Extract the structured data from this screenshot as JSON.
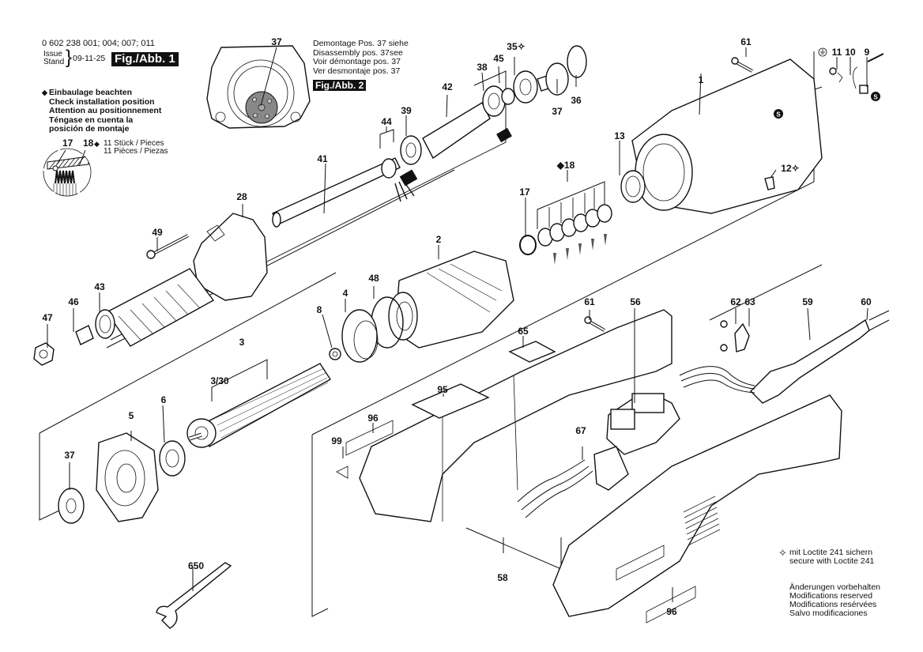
{
  "header": {
    "part_numbers": "0 602 238 001; 004; 007; 011",
    "issue_label": "Issue",
    "stand_label": "Stand",
    "issue_date": "09-11-25",
    "figure_badge_1": "Fig./Abb. 1"
  },
  "installation_note": {
    "bullet": "◆",
    "lines": [
      "Einbaulage beachten",
      "Check installation position",
      "Attention au positionnement",
      "Téngase en cuenta la",
      "posición de montaje"
    ]
  },
  "detail_inset": {
    "label_17": "17",
    "label_18": "18",
    "bullet": "◆",
    "qty_line_1": "11 Stück / Pieces",
    "qty_line_2": "11 Pièces / Piezas"
  },
  "disassembly_note": {
    "lines": [
      "Demontage Pos. 37 siehe",
      "Disassembly pos. 37see",
      "Voir démontage pos. 37",
      "Ver desmontaje pos. 37"
    ],
    "figure_badge_2": "Fig./Abb. 2"
  },
  "loctite_note": {
    "symbol": "✧",
    "line_1": "mit Loctite 241 sichern",
    "line_2": "secure with Loctite 241"
  },
  "modifications_note": {
    "lines": [
      "Änderungen vorbehalten",
      "Modifications reserved",
      "Modifications resérvées",
      "Salvo modificaciones"
    ]
  },
  "part_labels": {
    "p37_fig2": "37",
    "p61_top": "61",
    "p11": "11",
    "p10": "10",
    "p9": "9",
    "p35": "35✧",
    "p45": "45",
    "p38": "38",
    "p42": "42",
    "p36": "36",
    "p37_top": "37",
    "p1": "1",
    "p13": "13",
    "p12": "12✧",
    "p44": "44",
    "p39": "39",
    "p41": "41",
    "p18": "◆18",
    "p17": "17",
    "p28": "28",
    "p49": "49",
    "p2": "2",
    "p48": "48",
    "p43": "43",
    "p46": "46",
    "p47": "47",
    "p4": "4",
    "p8": "8",
    "p3": "3",
    "p3_30": "3/30",
    "p5": "5",
    "p6": "6",
    "p37_bottom": "37",
    "p61_mid": "61",
    "p56": "56",
    "p62": "62",
    "p63": "63",
    "p59": "59",
    "p60": "60",
    "p65": "65",
    "p95": "95",
    "p96_left": "96",
    "p99": "99",
    "p67": "67",
    "p58": "58",
    "p96_bottom": "96",
    "p650": "650"
  },
  "symbols": {
    "ground": "⏚",
    "s_badge": "S"
  }
}
